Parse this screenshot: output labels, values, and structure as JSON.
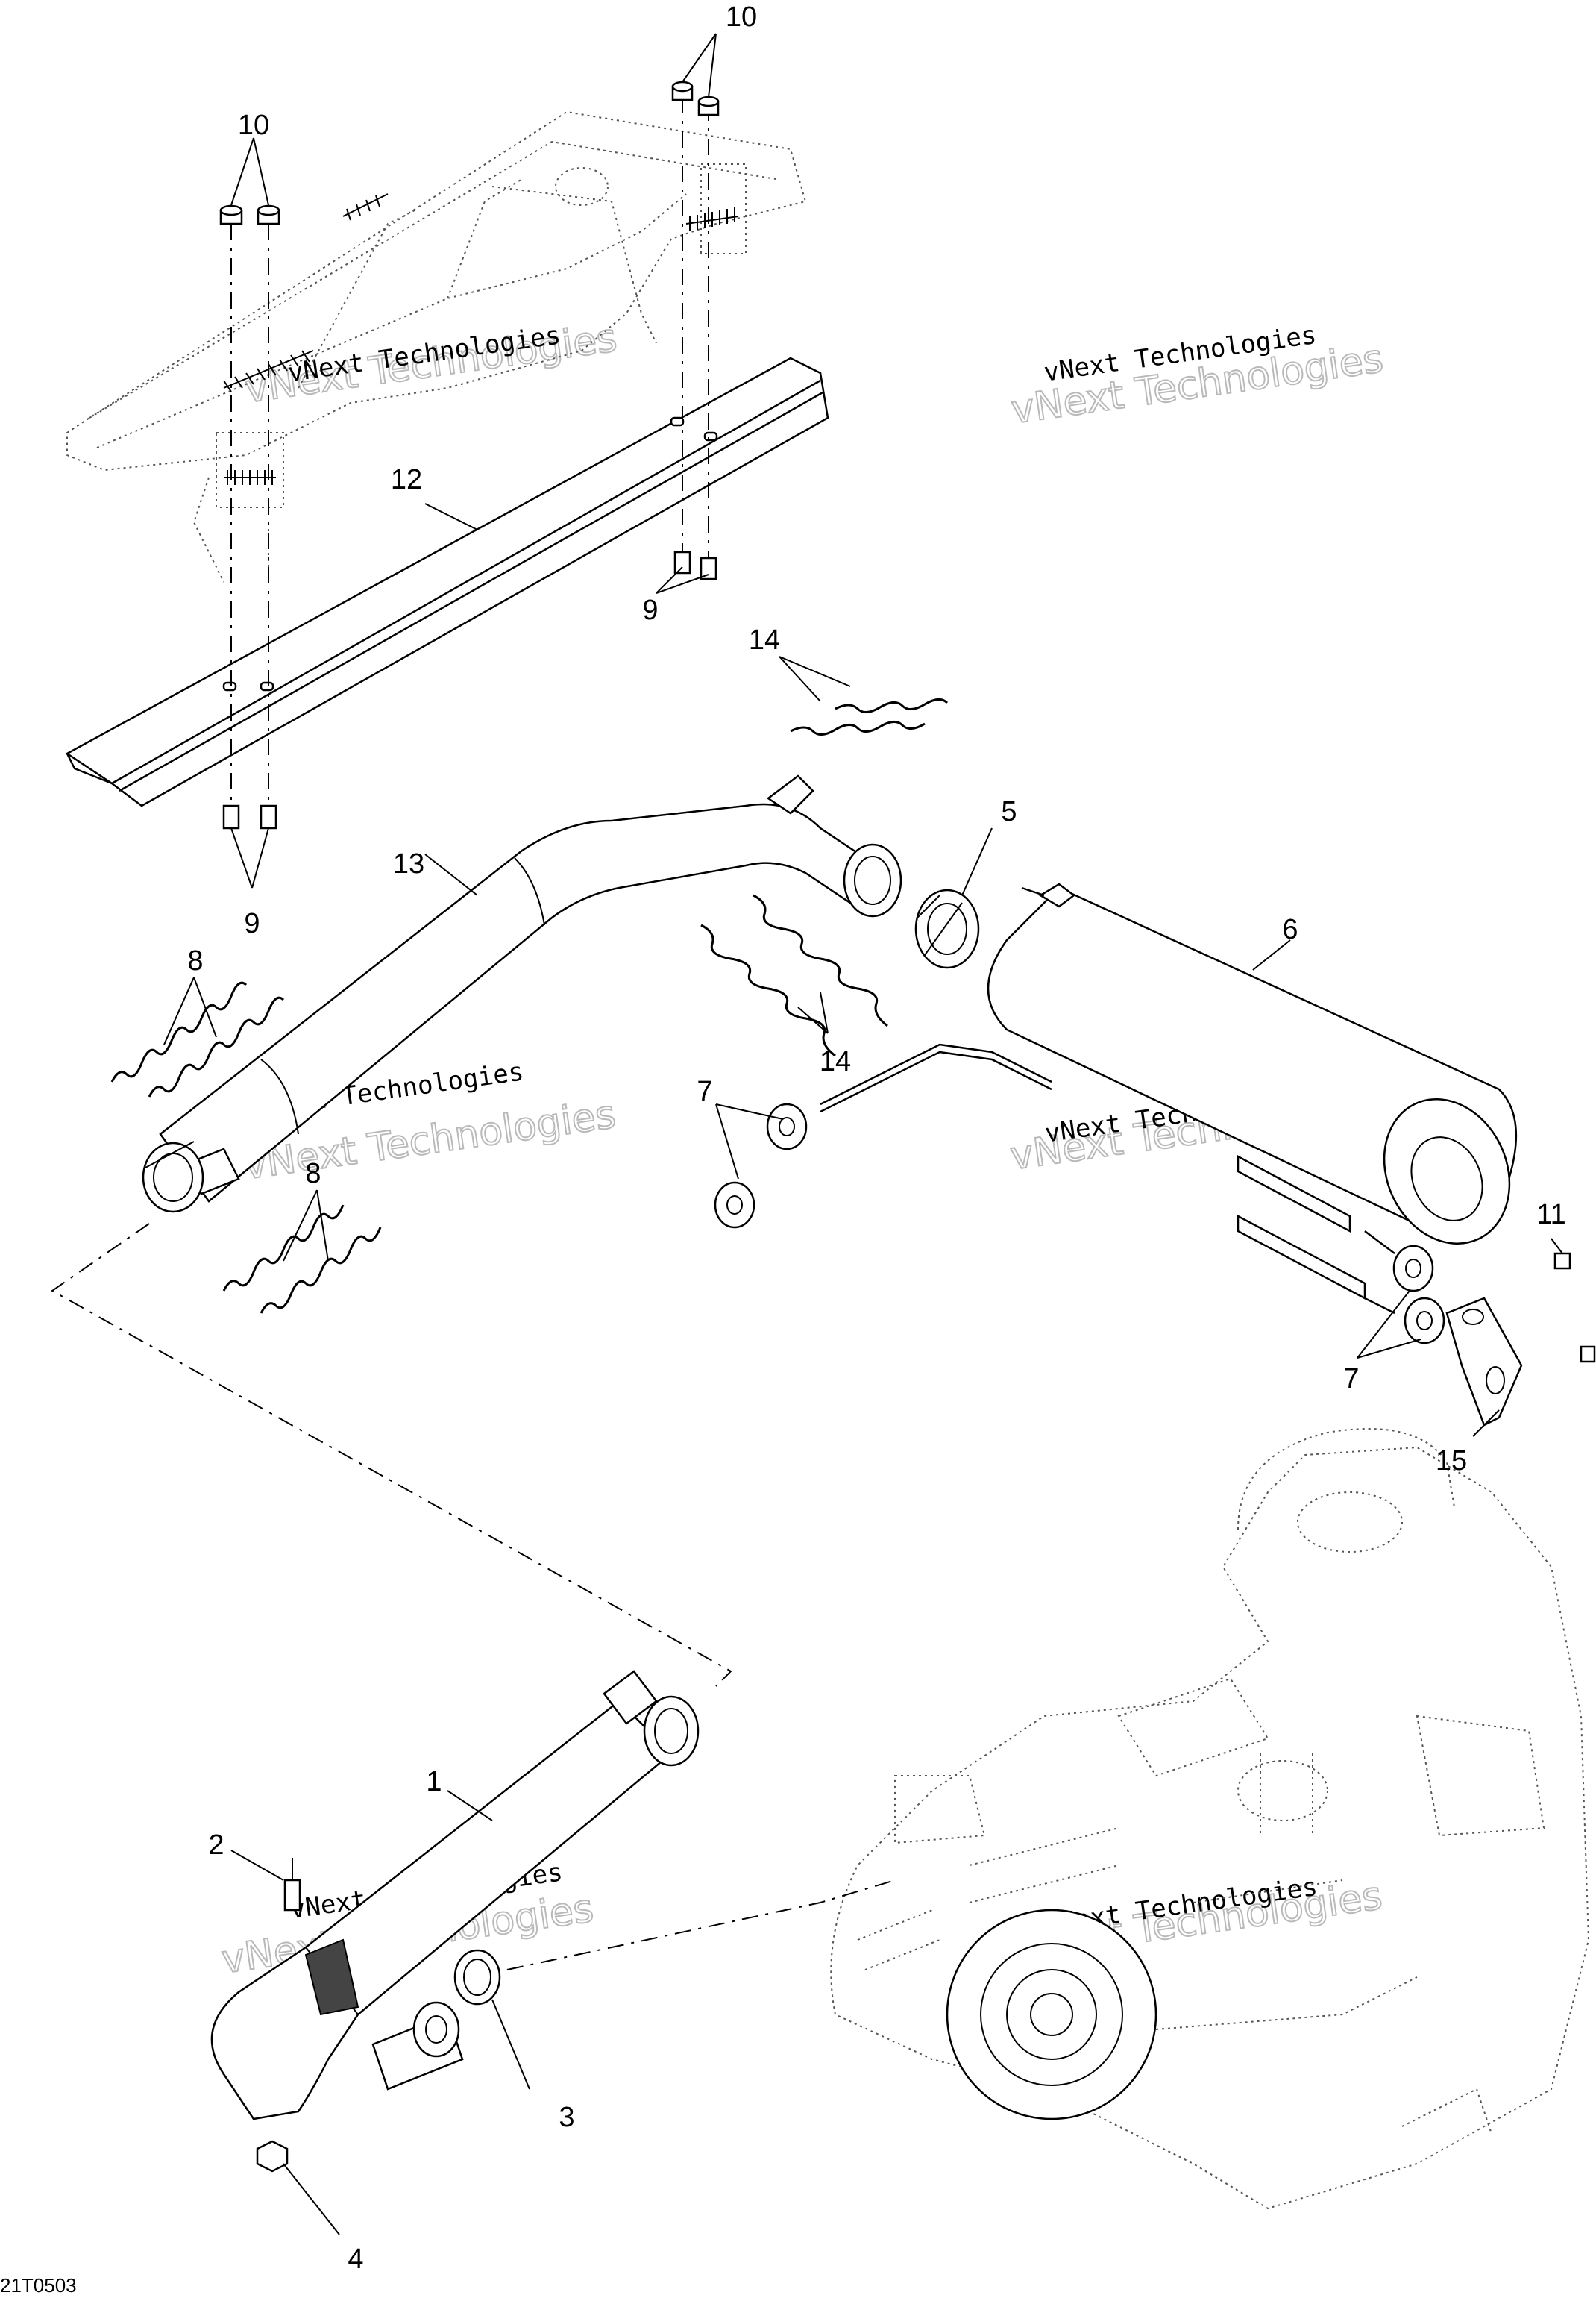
{
  "diagram": {
    "reference_code": "21T0503",
    "watermarks": [
      {
        "line1": "vNext Technologies",
        "line2": "vNext Technologies"
      },
      {
        "line1": "vNext Technologies",
        "line2": "vNext Technologies"
      },
      {
        "line1": "vNext Technologies",
        "line2": "vNext Technologies"
      },
      {
        "line1": "vNext Technologies",
        "line2": "vNext Technologies"
      },
      {
        "line1": "vNext Technologies",
        "line2": "vNext Technologies"
      },
      {
        "line1": "vNext Technologies",
        "line2": "vNext Technologies"
      }
    ],
    "callouts": [
      {
        "label": "10"
      },
      {
        "label": "10"
      },
      {
        "label": "12"
      },
      {
        "label": "9"
      },
      {
        "label": "14"
      },
      {
        "label": "9"
      },
      {
        "label": "13"
      },
      {
        "label": "5"
      },
      {
        "label": "6"
      },
      {
        "label": "8"
      },
      {
        "label": "14"
      },
      {
        "label": "7"
      },
      {
        "label": "8"
      },
      {
        "label": "11"
      },
      {
        "label": "7"
      },
      {
        "label": "15"
      },
      {
        "label": "1"
      },
      {
        "label": "2"
      },
      {
        "label": "3"
      },
      {
        "label": "4"
      }
    ]
  }
}
